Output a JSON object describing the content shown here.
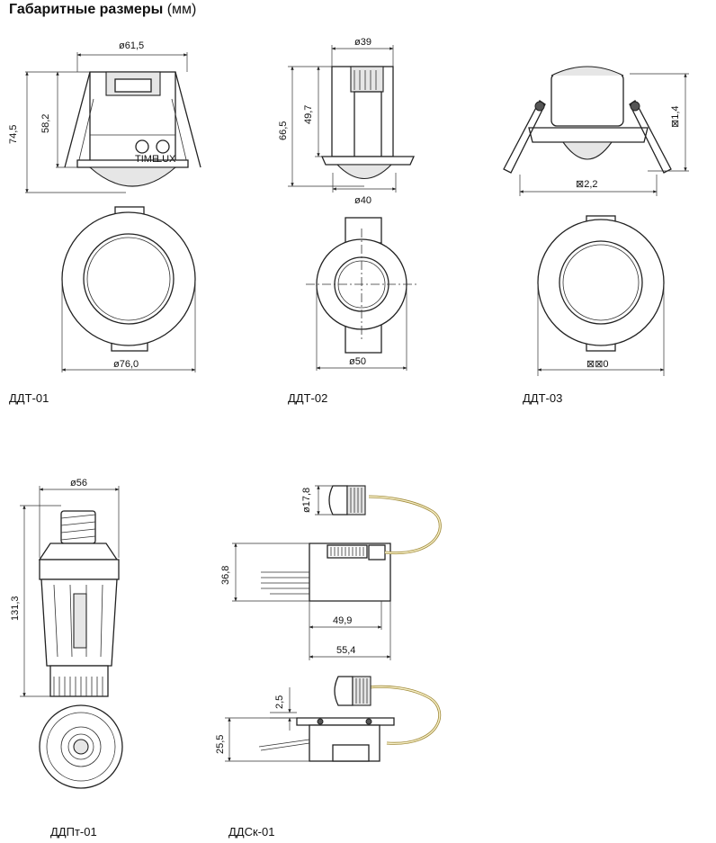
{
  "title": {
    "bold": "Габаритные размеры",
    "normal": "(мм)"
  },
  "products": {
    "ddt01": {
      "caption": "ДДТ-01",
      "dims": {
        "top_diameter": "ø61,5",
        "height_total": "74,5",
        "height_body": "58,2",
        "bottom_diameter": "ø76,0"
      },
      "labels": {
        "time": "TIME",
        "lux": "LUX"
      }
    },
    "ddt02": {
      "caption": "ДДТ-02",
      "dims": {
        "top_diameter": "ø39",
        "height_total": "66,5",
        "height_body": "49,7",
        "lens_diameter": "ø40",
        "bottom_diameter": "ø50"
      }
    },
    "ddt03": {
      "caption": "ДДТ-03",
      "dims": {
        "height": "⊠1,4",
        "width": "⊠2,2",
        "bottom_diameter": "⊠⊠0"
      }
    },
    "ddpt01": {
      "caption": "ДДПт-01",
      "dims": {
        "diameter": "ø56",
        "height": "131,3"
      }
    },
    "ddsk01": {
      "caption": "ДДСк-01",
      "dims": {
        "sensor_diameter": "ø17,8",
        "height": "36,8",
        "inner_width": "49,9",
        "outer_width": "55,4",
        "gap": "2,5",
        "thickness": "25,5"
      }
    }
  },
  "icons": [
    "motion-sensor-drawing",
    "dimension-arrow"
  ]
}
